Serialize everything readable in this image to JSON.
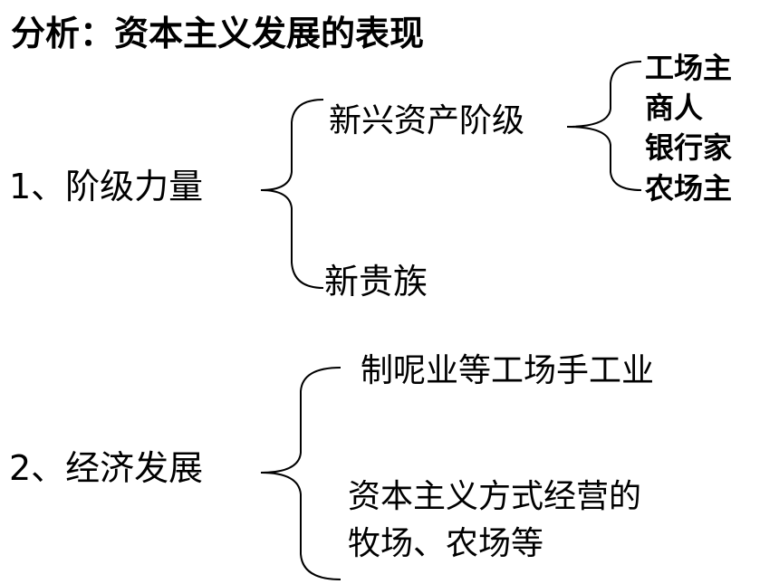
{
  "title": "分析：资本主义发展的表现",
  "section1": {
    "label": "1、阶级力量",
    "branches": [
      "新兴资产阶级",
      "新贵族"
    ],
    "sub_items": [
      "工场主",
      "商人",
      "银行家",
      "农场主"
    ]
  },
  "section2": {
    "label": "2、经济发展",
    "branches": [
      "制呢业等工场手工业",
      "资本主义方式经营的",
      "牧场、农场等"
    ]
  },
  "colors": {
    "text": "#000000",
    "background": "#ffffff"
  }
}
